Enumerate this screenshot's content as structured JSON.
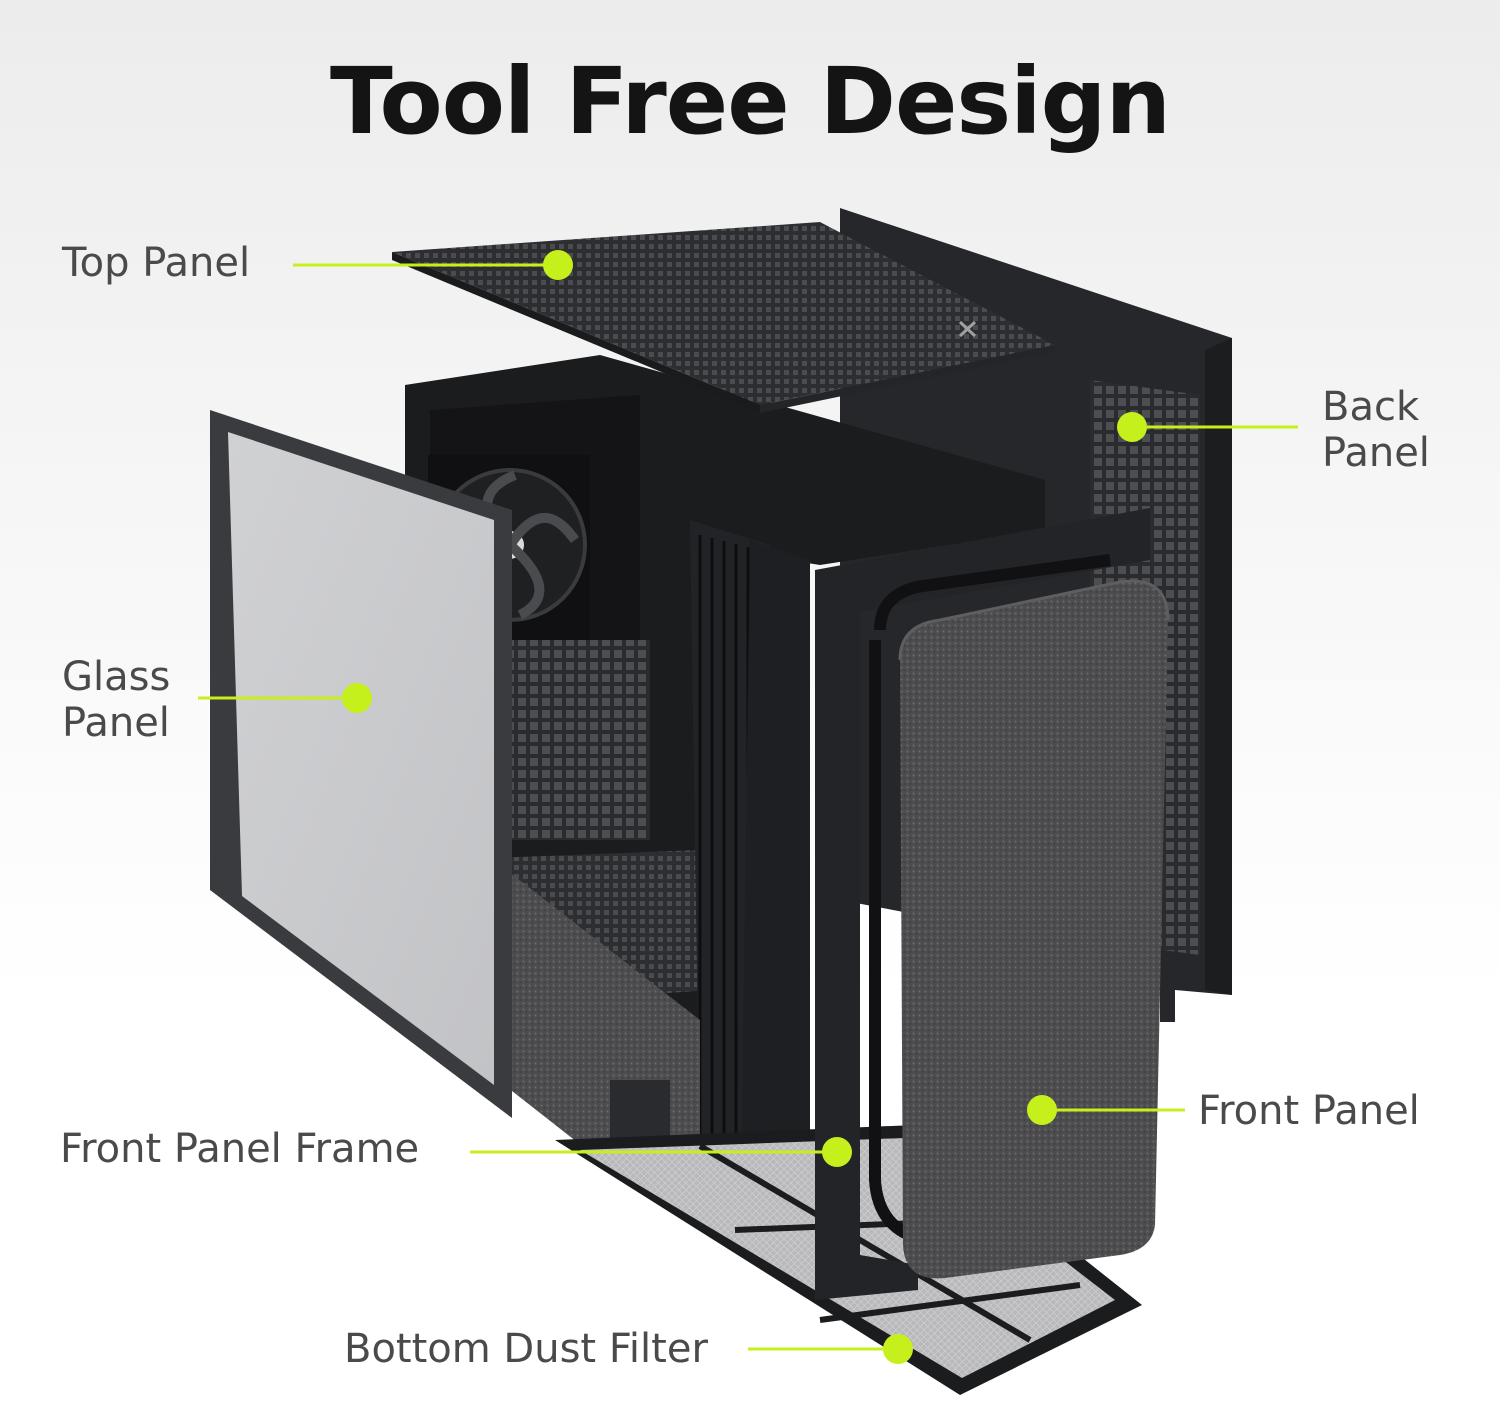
{
  "title": "Tool Free Design",
  "accent_color": "#c6f01c",
  "labels": {
    "top_panel": "Top Panel",
    "back_panel": "Back\nPanel",
    "glass_panel": "Glass\nPanel",
    "front_panel_frame": "Front Panel Frame",
    "front_panel": "Front Panel",
    "bottom_dust_filter": "Bottom Dust Filter"
  }
}
